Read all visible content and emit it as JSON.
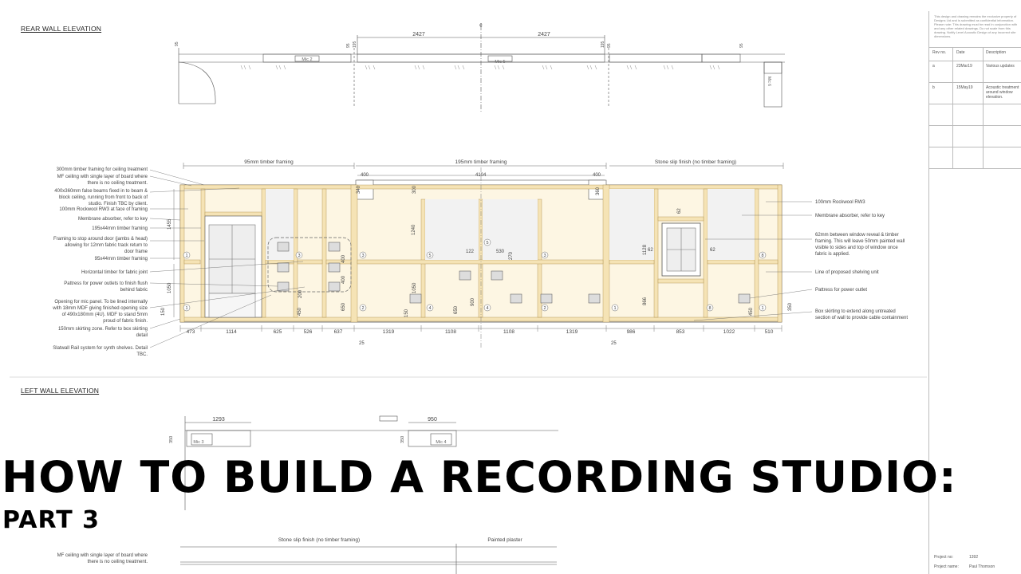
{
  "sections": {
    "rear_title": "REAR WALL ELEVATION",
    "left_title": "LEFT WALL ELEVATION"
  },
  "plan_top": {
    "dims": [
      "2427",
      "2427"
    ],
    "small_dims": [
      "95",
      "95",
      "195",
      "195",
      "95",
      "95"
    ],
    "mics": [
      "Mic 2",
      "Mic 5",
      "Mic 6"
    ]
  },
  "framing_zones": [
    "95mm timber framing",
    "195mm timber framing",
    "Stone slip finish (no timber framing)"
  ],
  "left_notes": [
    "300mm timber framing for ceiling treatment",
    "MF ceiling with single layer of board where",
    "there is no ceiling treatment.",
    "400x360mm false beams fixed in to beam &",
    "block ceiling, running from front to back of",
    "studio. Finish TBC by client.",
    "100mm Rockwool RW3 at face of framing",
    "Membrane absorber, refer to key",
    "195x44mm timber framing",
    "Framing to stop around door (jambs & head)",
    "allowing for 12mm fabric track return to",
    "door frame",
    "95x44mm timber framing",
    "Horizontal timber for fabric joint",
    "Pattress for power outlets to finish flush",
    "behind fabric",
    "Opening for mic panel. To be lined internally",
    "with 18mm MDF giving finished opening size",
    "of 490x180mm (4U). MDF to stand 5mm",
    "proud of fabric finish.",
    "150mm skirting zone. Refer to box skirting",
    "detail",
    "Slatwall Rail system for synth shelves. Detail",
    "TBC."
  ],
  "right_notes": [
    "100mm Rockwool RW3",
    "Membrane absorber, refer to key",
    "62mm between window reveal & timber",
    "framing. This will leave 50mm painted wall",
    "visible to sides and top of window once",
    "fabric is applied.",
    "Line of proposed shelving unit",
    "Pattress for power outlet",
    "Box skirting to extend along untreated",
    "section of wall to provide cable containment"
  ],
  "bottom_dims": [
    "473",
    "1114",
    "625",
    "526",
    "637",
    "1319",
    "1108",
    "1108",
    "1319",
    "986",
    "853",
    "1022",
    "510"
  ],
  "misc_dims": [
    "400",
    "4104",
    "400",
    "340",
    "300",
    "360",
    "1240",
    "122",
    "530",
    "270",
    "1128",
    "62",
    "62",
    "62",
    "866",
    "1455",
    "1050",
    "150",
    "200",
    "400",
    "400",
    "650",
    "450",
    "1050",
    "650",
    "900",
    "150",
    "450",
    "350",
    "25",
    "25"
  ],
  "panel_numbers": [
    "1",
    "1",
    "3",
    "3",
    "5",
    "3",
    "5",
    "2",
    "4",
    "4",
    "2",
    "1",
    "8",
    "8",
    "1"
  ],
  "left_wall": {
    "dims": [
      "1293",
      "950",
      "350",
      "350"
    ],
    "mics": [
      "Mic 3",
      "Mic 4"
    ],
    "zones": [
      "Stone slip finish (no timber framing)",
      "Painted plaster"
    ],
    "note_lines": [
      "MF ceiling with single layer of board where",
      "there is no ceiling treatment."
    ]
  },
  "overlay": {
    "title": "HOW TO BUILD A RECORDING STUDIO:",
    "subtitle": "PART 3"
  },
  "title_block": {
    "note": "This design and drawing remains the exclusive property of Designs Ltd and is submitted as confidential information. Please note: This drawing must be read in conjunction with and any other related drawings. Do not scale from this drawing. Notify Level Acoustic Design of any incorrect site dimensions.",
    "headers": [
      "Rev no.",
      "Date",
      "Description"
    ],
    "revisions": [
      {
        "rev": "a",
        "date": "23Mar19",
        "desc": "Various updates"
      },
      {
        "rev": "b",
        "date": "15May19",
        "desc": "Acoustic treatment around window elevation."
      }
    ],
    "project_no_label": "Project no:",
    "project_no": "1392",
    "project_name_label": "Project name:",
    "project_name": "Paul Thomson"
  }
}
